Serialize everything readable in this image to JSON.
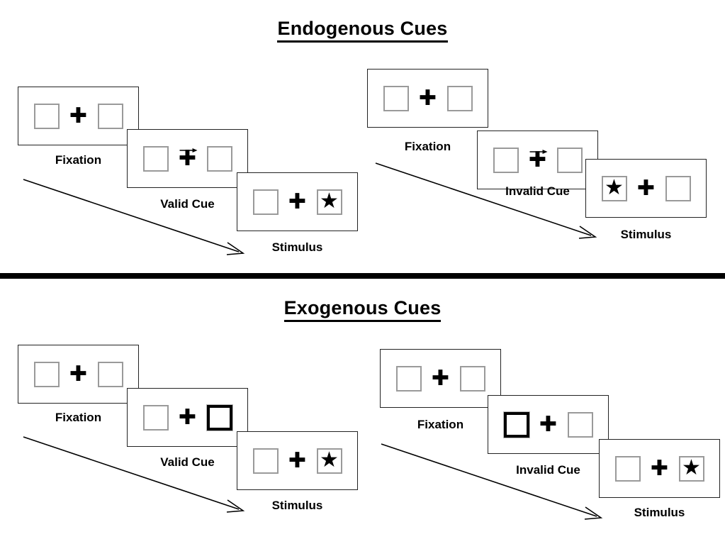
{
  "figure": {
    "type": "diagram",
    "description": "Posner cueing paradigm trial sequences for endogenous and exogenous attentional cues"
  },
  "sections": [
    {
      "id": "endogenous",
      "title": "Endogenous Cues",
      "groups": [
        {
          "id": "endogenous-valid",
          "cue_type": "valid",
          "panels": [
            {
              "label": "Fixation",
              "cue": "none",
              "stimulus": "none"
            },
            {
              "label": "Valid Cue",
              "cue": "arrow-right",
              "stimulus": "none"
            },
            {
              "label": "Stimulus",
              "cue": "none",
              "stimulus": "right"
            }
          ]
        },
        {
          "id": "endogenous-invalid",
          "cue_type": "invalid",
          "panels": [
            {
              "label": "Fixation",
              "cue": "none",
              "stimulus": "none"
            },
            {
              "label": "Invalid Cue",
              "cue": "arrow-right",
              "stimulus": "none"
            },
            {
              "label": "Stimulus",
              "cue": "none",
              "stimulus": "left"
            }
          ]
        }
      ]
    },
    {
      "id": "exogenous",
      "title": "Exogenous Cues",
      "groups": [
        {
          "id": "exogenous-valid",
          "cue_type": "valid",
          "panels": [
            {
              "label": "Fixation",
              "cue": "none",
              "stimulus": "none"
            },
            {
              "label": "Valid Cue",
              "cue": "box-right",
              "stimulus": "none"
            },
            {
              "label": "Stimulus",
              "cue": "none",
              "stimulus": "right"
            }
          ]
        },
        {
          "id": "exogenous-invalid",
          "cue_type": "invalid",
          "panels": [
            {
              "label": "Fixation",
              "cue": "none",
              "stimulus": "none"
            },
            {
              "label": "Invalid Cue",
              "cue": "box-left",
              "stimulus": "none"
            },
            {
              "label": "Stimulus",
              "cue": "none",
              "stimulus": "right"
            }
          ]
        }
      ]
    }
  ],
  "labels": {
    "endo_valid_1": "Fixation",
    "endo_valid_2": "Valid Cue",
    "endo_valid_3": "Stimulus",
    "endo_invalid_1": "Fixation",
    "endo_invalid_2": "Invalid Cue",
    "endo_invalid_3": "Stimulus",
    "exo_valid_1": "Fixation",
    "exo_valid_2": "Valid Cue",
    "exo_valid_3": "Stimulus",
    "exo_invalid_1": "Fixation",
    "exo_invalid_2": "Invalid Cue",
    "exo_invalid_3": "Stimulus"
  },
  "titles": {
    "endogenous": "Endogenous Cues",
    "exogenous": "Exogenous Cues"
  },
  "glyphs": {
    "plus": "✚",
    "star": "★"
  },
  "colors": {
    "panel_border": "#222222",
    "box_border": "#9a9a9a",
    "cue_box_border": "#000000",
    "text": "#000000",
    "divider": "#000000",
    "background": "#ffffff"
  }
}
